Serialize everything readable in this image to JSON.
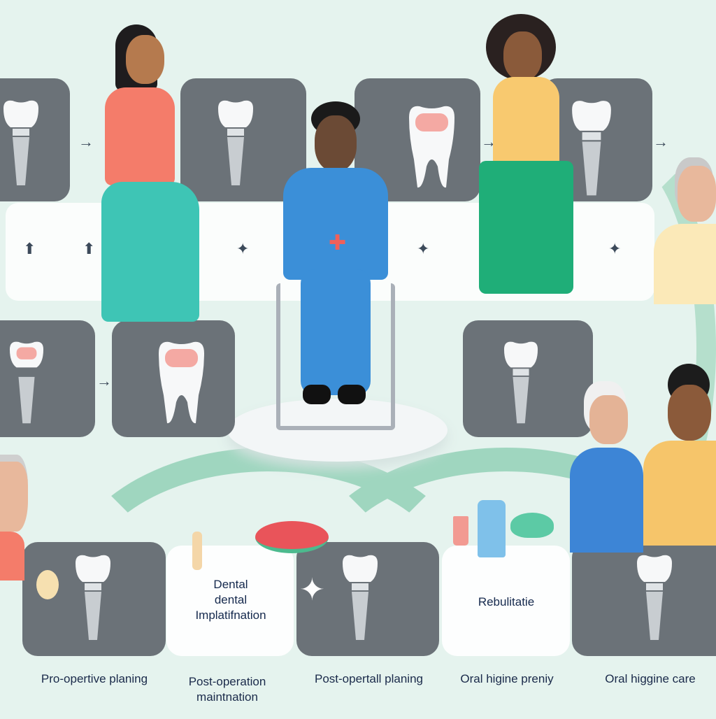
{
  "colors": {
    "background": "#e5f3ee",
    "panel": "#6b7278",
    "arc": "#9fd6bf",
    "text": "#1a2a4a"
  },
  "box_texts": {
    "implant": [
      "Dental",
      "dental",
      "Implatifnation"
    ],
    "rehab": "Rebulitatie"
  },
  "labels": [
    "Pro-opertive planing",
    "Post-operation maintnation",
    "Post-opertall planing",
    "Oral higine preniy",
    "Oral higgine care"
  ]
}
